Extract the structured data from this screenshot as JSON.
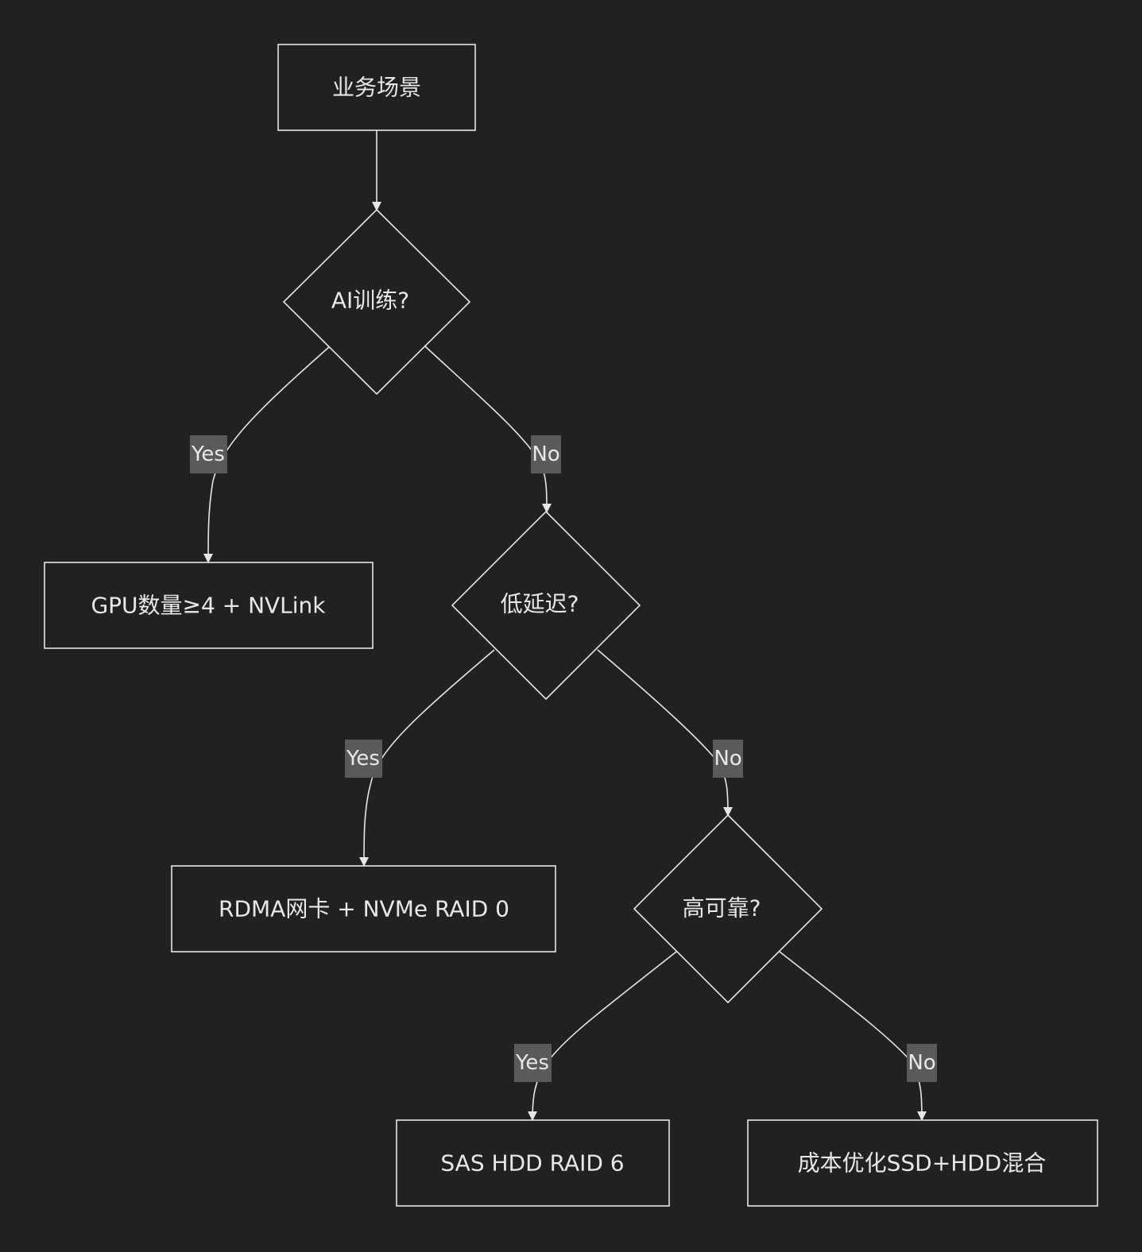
{
  "nodes": {
    "scenario": "业务场景",
    "ai_training": "AI训练?",
    "gpu_nvlink": "GPU数量≥4 + NVLink",
    "low_latency": "低延迟?",
    "rdma_nvme": "RDMA网卡 + NVMe RAID 0",
    "high_reliability": "高可靠?",
    "sas_hdd": "SAS HDD RAID 6",
    "cost_hybrid": "成本优化SSD+HDD混合"
  },
  "edges": {
    "ai_yes": "Yes",
    "ai_no": "No",
    "latency_yes": "Yes",
    "latency_no": "No",
    "reliability_yes": "Yes",
    "reliability_no": "No"
  },
  "colors": {
    "background": "#212121",
    "stroke": "#e6e6e6",
    "label_background": "#5a5a5a"
  }
}
